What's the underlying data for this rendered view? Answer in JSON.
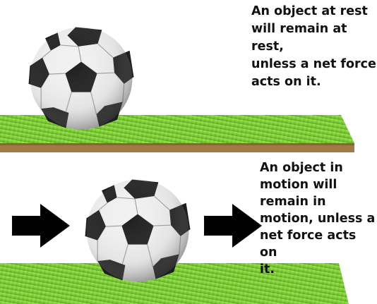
{
  "panels": [
    {
      "id": "rest",
      "caption": "An object at rest\nwill remain at rest,\nunless a net force\nacts on it."
    },
    {
      "id": "motion",
      "caption": "An object in\nmotion will\nremain in\nmotion, unless a\nnet force acts on\nit."
    }
  ],
  "colors": {
    "grass_light": "#8fdb3e",
    "grass_dark": "#4f9e1a",
    "soil": "#a07a43",
    "ball_white": "#f2f2f2",
    "ball_black": "#1e1e1e",
    "arrow": "#000000"
  },
  "icons": [
    "soccer-ball-icon",
    "right-arrow-icon"
  ]
}
